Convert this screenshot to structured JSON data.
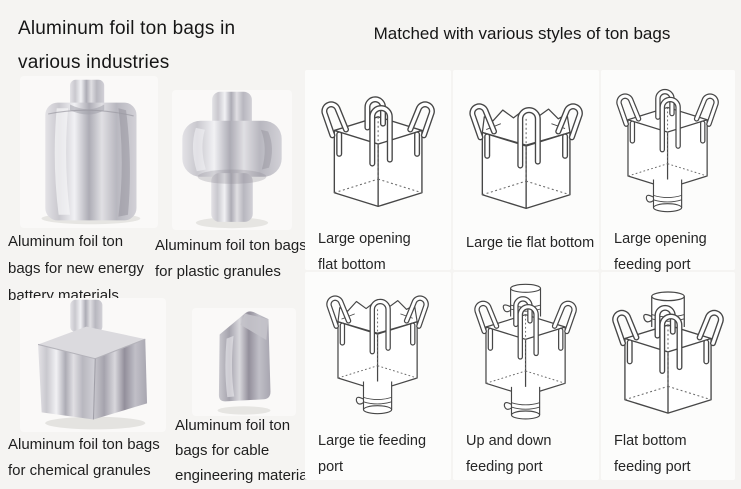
{
  "page": {
    "background": "#f5f4f2",
    "card_background": "#fcfcfb",
    "line_color": "#474747",
    "text_color": "#1c1c1c"
  },
  "left_section": {
    "title_line1": "Aluminum foil ton bags in",
    "title_line2": "various industries",
    "products": [
      {
        "caption": "Aluminum foil ton\nbags for new energy\nbattery materials",
        "image": "foil-pillow-bag-photo",
        "shape": "pillow"
      },
      {
        "caption": "Aluminum foil ton bags\nfor plastic granules",
        "image": "foil-baffle-bag-photo",
        "shape": "baffle"
      },
      {
        "caption": "Aluminum foil ton bags\nfor chemical granules",
        "image": "foil-cube-bag-photo",
        "shape": "cube"
      },
      {
        "caption": "Aluminum foil ton\nbags for cable\nengineering materials",
        "image": "foil-gusset-bag-photo",
        "shape": "gusset"
      }
    ]
  },
  "right_section": {
    "title": "Matched with various styles of ton bags",
    "styles": [
      {
        "label": "Large opening\nflat bottom",
        "top": "open",
        "bottom": "flat"
      },
      {
        "label": "Large tie flat bottom",
        "top": "tie",
        "bottom": "flat"
      },
      {
        "label": "Large opening\nfeeding port",
        "top": "open",
        "bottom": "spout"
      },
      {
        "label": "Large tie feeding port",
        "top": "tie",
        "bottom": "spout"
      },
      {
        "label": "Up and down\nfeeding port",
        "top": "spout",
        "bottom": "spout"
      },
      {
        "label": "Flat bottom\nfeeding port",
        "top": "spout",
        "bottom": "flat"
      }
    ]
  }
}
